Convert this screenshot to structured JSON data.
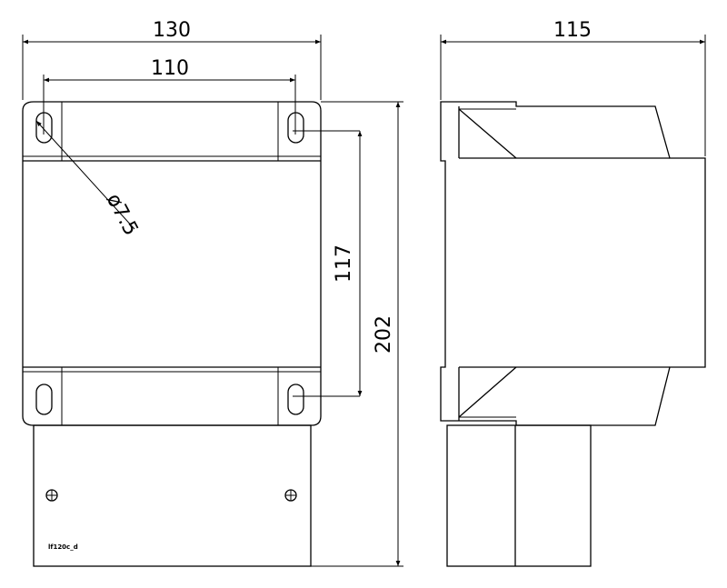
{
  "drawing": {
    "dimensions": {
      "overall_width": "130",
      "hole_spacing_horizontal": "110",
      "hole_diameter": "ø7.5",
      "hole_spacing_vertical": "117",
      "overall_height": "202",
      "depth": "115"
    },
    "drawing_code": "lf120c_d"
  }
}
